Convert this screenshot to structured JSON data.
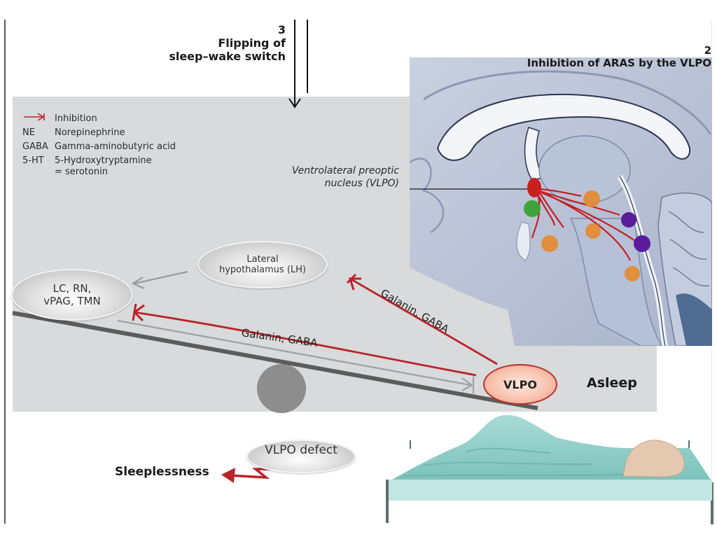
{
  "step3": {
    "number": "3",
    "title_line1": "Flipping of",
    "title_line2": "sleep–wake switch"
  },
  "step2": {
    "number": "2",
    "title": "Inhibition of ARAS by the VLPO"
  },
  "legend": {
    "items": [
      {
        "abbr": "",
        "icon": "inhibition-arrow-icon",
        "desc": "Inhibition"
      },
      {
        "abbr": "NE",
        "desc": "Norepinephrine"
      },
      {
        "abbr": "GABA",
        "desc": "Gamma-aminobutyric acid"
      },
      {
        "abbr": "5-HT",
        "desc": "5-Hydroxytryptamine",
        "desc2": "= serotonin"
      }
    ]
  },
  "brain": {
    "vlpo_caption_line1": "Ventrolateral preoptic",
    "vlpo_caption_line2": "nucleus (VLPO)"
  },
  "nodes": {
    "lh_line1": "Lateral",
    "lh_line2": "hypothalamus (LH)",
    "arousal_line1": "LC, RN,",
    "arousal_line2": "vPAG, TMN",
    "vlpo": "VLPO",
    "vlpo_defect": "VLPO defect"
  },
  "edges": {
    "vlpo_to_lh": "Galanin, GABA",
    "vlpo_to_arousal": "Galanin, GABA"
  },
  "state": {
    "asleep": "Asleep",
    "sleeplessness": "Sleeplessness"
  },
  "colors": {
    "inhibition_red": "#b8242a",
    "panel_grey": "#d9dadb",
    "nucleus_green": "#3fa33c",
    "nucleus_orange": "#e68a2e",
    "nucleus_purple": "#5a1c9c"
  }
}
